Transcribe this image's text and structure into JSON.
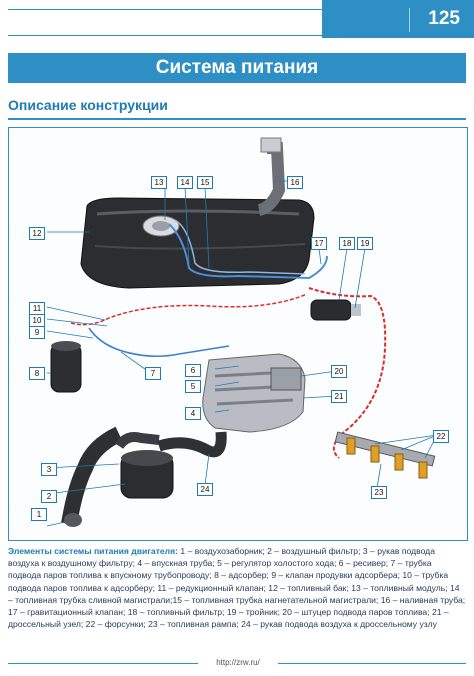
{
  "header": {
    "page_number": "125"
  },
  "title": "Система питания",
  "section": "Описание конструкции",
  "callouts": [
    "1",
    "2",
    "3",
    "4",
    "5",
    "6",
    "7",
    "8",
    "9",
    "10",
    "11",
    "12",
    "13",
    "14",
    "15",
    "16",
    "17",
    "18",
    "19",
    "20",
    "21",
    "22",
    "23",
    "24"
  ],
  "caption": {
    "head": "Элементы системы питания двигателя:",
    "body": " 1 – воздухозаборник; 2 – воздушный фильтр; 3 – рукав подвода воздуха к воздушному фильтру; 4 – впускная труба; 5 – регулятор холостого хода; 6 – ресивер; 7 – трубка подвода паров топлива к впускному трубопроводу; 8 – адсорбер; 9 – клапан продувки адсорбера; 10 – трубка подвода паров топлива к адсорберу; 11 – редукционный клапан; 12 – топливный бак; 13 – топливный модуль; 14 – топливная трубка сливной магистрали;15 – топливная трубка нагнетательной магистрали; 16 – наливная труба; 17 – гравитационный клапан; 18 – топливный фильтр; 19 – тройник; 20 – штуцер подвода паров топлива; 21 – дроссельный узел; 22 – форсунки; 23 – топливная рампа; 24 – рукав подвода воздуха к дроссельному узлу"
  },
  "footer": {
    "url": "http://zrw.ru/"
  }
}
